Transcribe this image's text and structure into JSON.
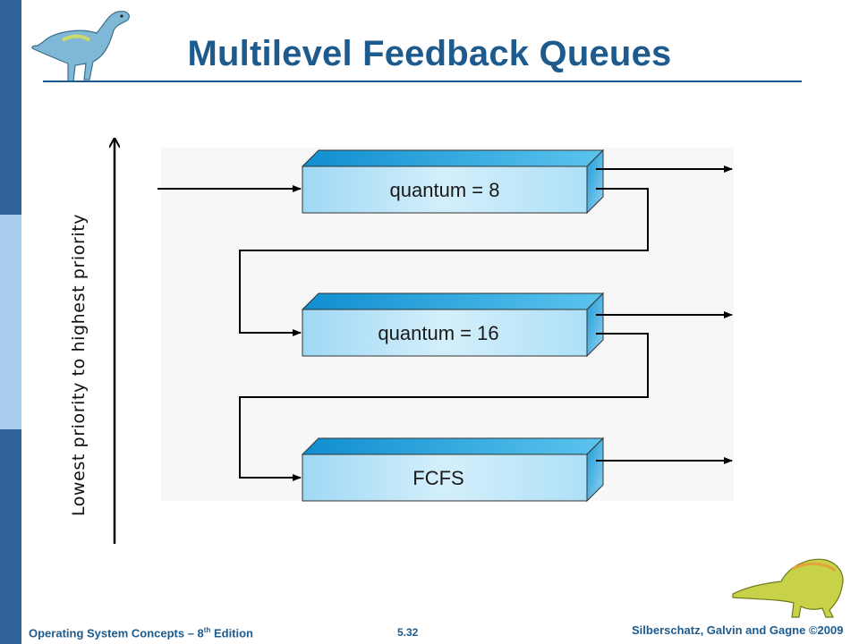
{
  "slide": {
    "title": "Multilevel Feedback Queues",
    "footer_left_main": "Operating System Concepts – 8",
    "footer_left_sup": "th",
    "footer_left_tail": " Edition",
    "page_number": "5.32",
    "footer_right": "Silberschatz, Galvin and Gagne ©2009"
  },
  "diagram": {
    "axis_label": "Lowest priority to highest priority",
    "queues": [
      {
        "label": "quantum = 8"
      },
      {
        "label": "quantum = 16"
      },
      {
        "label": "FCFS"
      }
    ]
  },
  "colors": {
    "sidebar_dark": "#2f6298",
    "sidebar_light": "#a9cdef",
    "title_blue": "#1d5b8e",
    "queue_front": "#bfe6f8",
    "queue_top": "#2aa7e0",
    "queue_side": "#1c96d3"
  }
}
